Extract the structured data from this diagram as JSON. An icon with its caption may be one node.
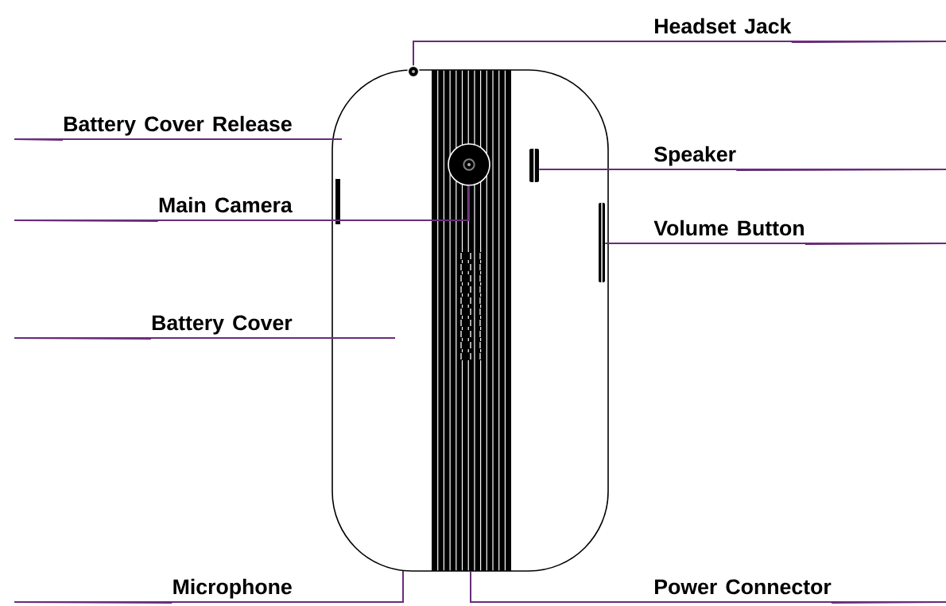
{
  "diagram": {
    "nodes": [
      {
        "text": [
          "Headset Jack"
        ]
      },
      {
        "text": [
          "Battery Cover Release"
        ]
      },
      {
        "text": [
          "Speaker"
        ]
      },
      {
        "text": [
          "Main Camera"
        ]
      },
      {
        "text": [
          "Volume Button"
        ]
      },
      {
        "text": [
          "Battery Cover"
        ]
      },
      {
        "text": [
          "Microphone"
        ]
      },
      {
        "text": [
          "Power Connector"
        ]
      },
      {
        "text": [],
        "shape": "circle"
      },
      {
        "text": [],
        "shape": "bar"
      },
      {
        "text": [],
        "shape": "bar"
      },
      {
        "text": [],
        "shape": "circle"
      }
    ],
    "edges": [
      {
        "from": 0,
        "to": 11,
        "arrow": "none"
      },
      {
        "from": 1,
        "to": null,
        "arrow": "none"
      },
      {
        "from": 2,
        "to": 9,
        "arrow": "none"
      },
      {
        "from": 3,
        "to": 8,
        "arrow": "none"
      },
      {
        "from": 4,
        "to": 10,
        "arrow": "none"
      },
      {
        "from": 5,
        "to": null,
        "arrow": "none"
      },
      {
        "from": 6,
        "to": null,
        "arrow": "none"
      },
      {
        "from": 7,
        "to": null,
        "arrow": "none"
      }
    ]
  }
}
